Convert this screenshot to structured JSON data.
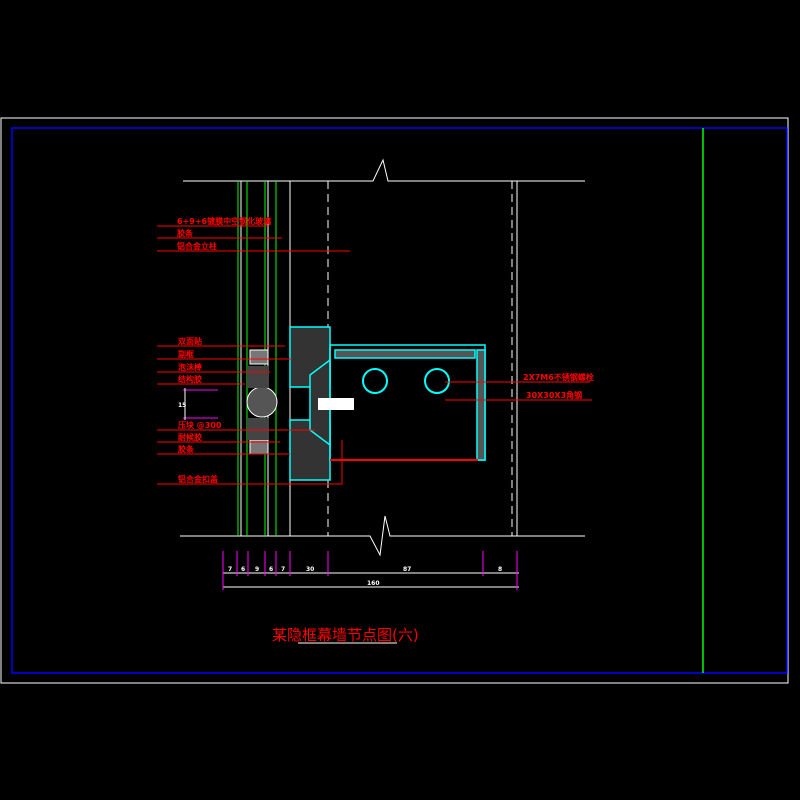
{
  "drawing": {
    "title": "某隐框幕墙节点图(六)",
    "colors": {
      "frame": "#0000ff",
      "border": "#00ff00",
      "leader": "#ff0000",
      "profile": "#00ffff",
      "dimension": "#ff00ff"
    },
    "left_labels": [
      "6+9+6镀膜中空钢化玻璃",
      "胶条",
      "铝合金立柱",
      "双面贴",
      "副框",
      "泡沫棒",
      "结构胶",
      "压块 @300",
      "耐候胶",
      "胶条",
      "铝合金扣盖"
    ],
    "right_labels": [
      "2X7M6不锈钢螺栓",
      "30X30X3角钢"
    ],
    "gap_dim": "15",
    "dimensions": [
      "7",
      "6",
      "9",
      "6",
      "7",
      "30",
      "87",
      "8"
    ],
    "total_dimension": "160"
  }
}
